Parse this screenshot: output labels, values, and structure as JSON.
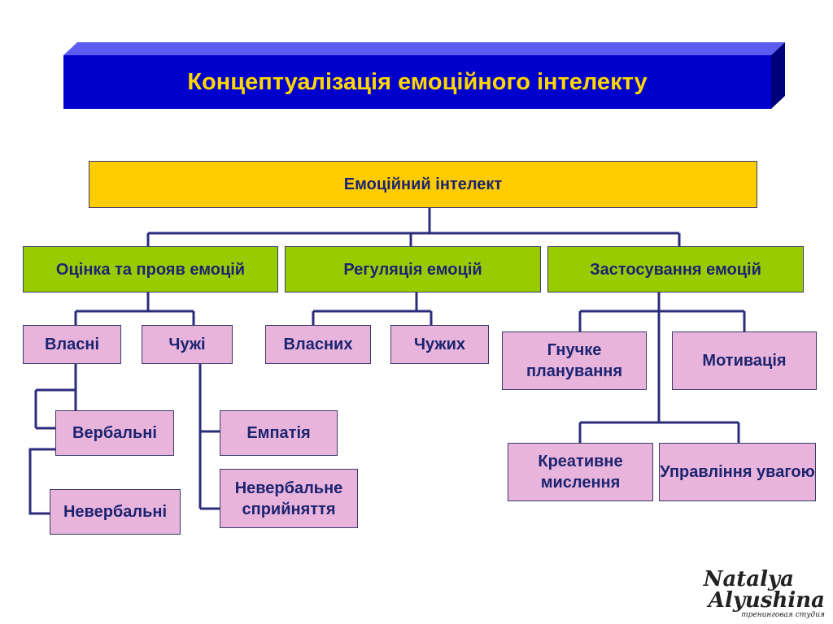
{
  "title": "Концептуалізація емоційного інтелекту",
  "colors": {
    "banner": "#0000cc",
    "title_text": "#ffd700",
    "root": "#ffcc00",
    "branch": "#99cc00",
    "leaf": "#e8b4dc",
    "connector": "#2b2d7c"
  },
  "root": {
    "label": "Емоційний інтелект"
  },
  "branches": [
    {
      "label": "Оцінка та прояв емоцій",
      "children": [
        {
          "label": "Власні",
          "children": [
            "Вербальні",
            "Невербальні"
          ]
        },
        {
          "label": "Чужі",
          "children": [
            "Емпатія",
            "Невербальне сприйняття"
          ]
        }
      ]
    },
    {
      "label": "Регуляція емоцій",
      "children": [
        {
          "label": "Власних"
        },
        {
          "label": "Чужих"
        }
      ]
    },
    {
      "label": "Застосування емоцій",
      "children": [
        {
          "label": "Гнучке планування"
        },
        {
          "label": "Мотивація"
        },
        {
          "label": "Креативне мислення"
        },
        {
          "label": "Управління увагою"
        }
      ]
    }
  ],
  "logo": {
    "line1": "Natalya",
    "line2": "Alyushina",
    "tagline": "тренинговая студия"
  }
}
